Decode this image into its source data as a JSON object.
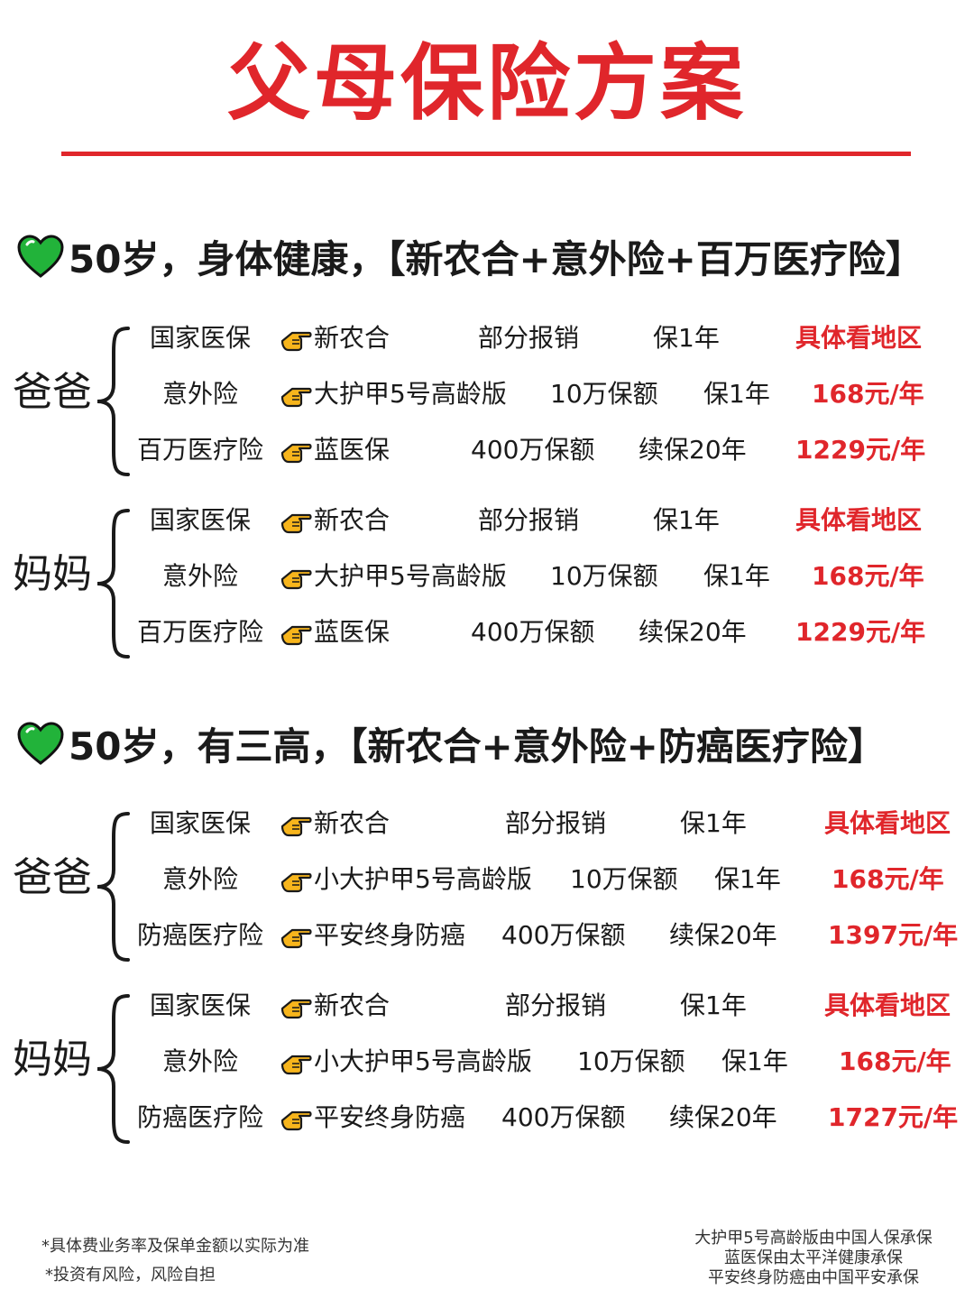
{
  "title": "父母保险方案",
  "accent_color": "#e0262b",
  "heart_color": "#22b33a",
  "sections": [
    {
      "heading": "50岁，身体健康，【新农合+意外险+百万医疗险】",
      "persons": [
        {
          "name": "爸爸",
          "rows": [
            {
              "category": "国家医保",
              "product": "新农合",
              "coverage": "部分报销",
              "term": "保1年",
              "price": "具体看地区"
            },
            {
              "category": "意外险",
              "product": "大护甲5号高龄版",
              "coverage": "10万保额",
              "term": "保1年",
              "price": "168元/年"
            },
            {
              "category": "百万医疗险",
              "product": "蓝医保",
              "coverage": "400万保额",
              "term": "续保20年",
              "price": "1229元/年"
            }
          ]
        },
        {
          "name": "妈妈",
          "rows": [
            {
              "category": "国家医保",
              "product": "新农合",
              "coverage": "部分报销",
              "term": "保1年",
              "price": "具体看地区"
            },
            {
              "category": "意外险",
              "product": "大护甲5号高龄版",
              "coverage": "10万保额",
              "term": "保1年",
              "price": "168元/年"
            },
            {
              "category": "百万医疗险",
              "product": "蓝医保",
              "coverage": "400万保额",
              "term": "续保20年",
              "price": "1229元/年"
            }
          ]
        }
      ]
    },
    {
      "heading": "50岁，有三高，【新农合+意外险+防癌医疗险】",
      "persons": [
        {
          "name": "爸爸",
          "rows": [
            {
              "category": "国家医保",
              "product": "新农合",
              "coverage": "部分报销",
              "term": "保1年",
              "price": "具体看地区"
            },
            {
              "category": "意外险",
              "product": "小大护甲5号高龄版",
              "coverage": "10万保额",
              "term": "保1年",
              "price": "168元/年"
            },
            {
              "category": "防癌医疗险",
              "product": "平安终身防癌",
              "coverage": "400万保额",
              "term": "续保20年",
              "price": "1397元/年"
            }
          ]
        },
        {
          "name": "妈妈",
          "rows": [
            {
              "category": "国家医保",
              "product": "新农合",
              "coverage": "部分报销",
              "term": "保1年",
              "price": "具体看地区"
            },
            {
              "category": "意外险",
              "product": "小大护甲5号高龄版",
              "coverage": "10万保额",
              "term": "保1年",
              "price": "168元/年"
            },
            {
              "category": "防癌医疗险",
              "product": "平安终身防癌",
              "coverage": "400万保额",
              "term": "续保20年",
              "price": "1727元/年"
            }
          ]
        }
      ]
    }
  ],
  "footnotes": [
    "*具体费业务率及保单金额以实际为准",
    "*投资有风险，风险自担"
  ],
  "underwriters": [
    "大护甲5号高龄版由中国人保承保",
    "蓝医保由太平洋健康承保",
    "平安终身防癌由中国平安承保"
  ]
}
